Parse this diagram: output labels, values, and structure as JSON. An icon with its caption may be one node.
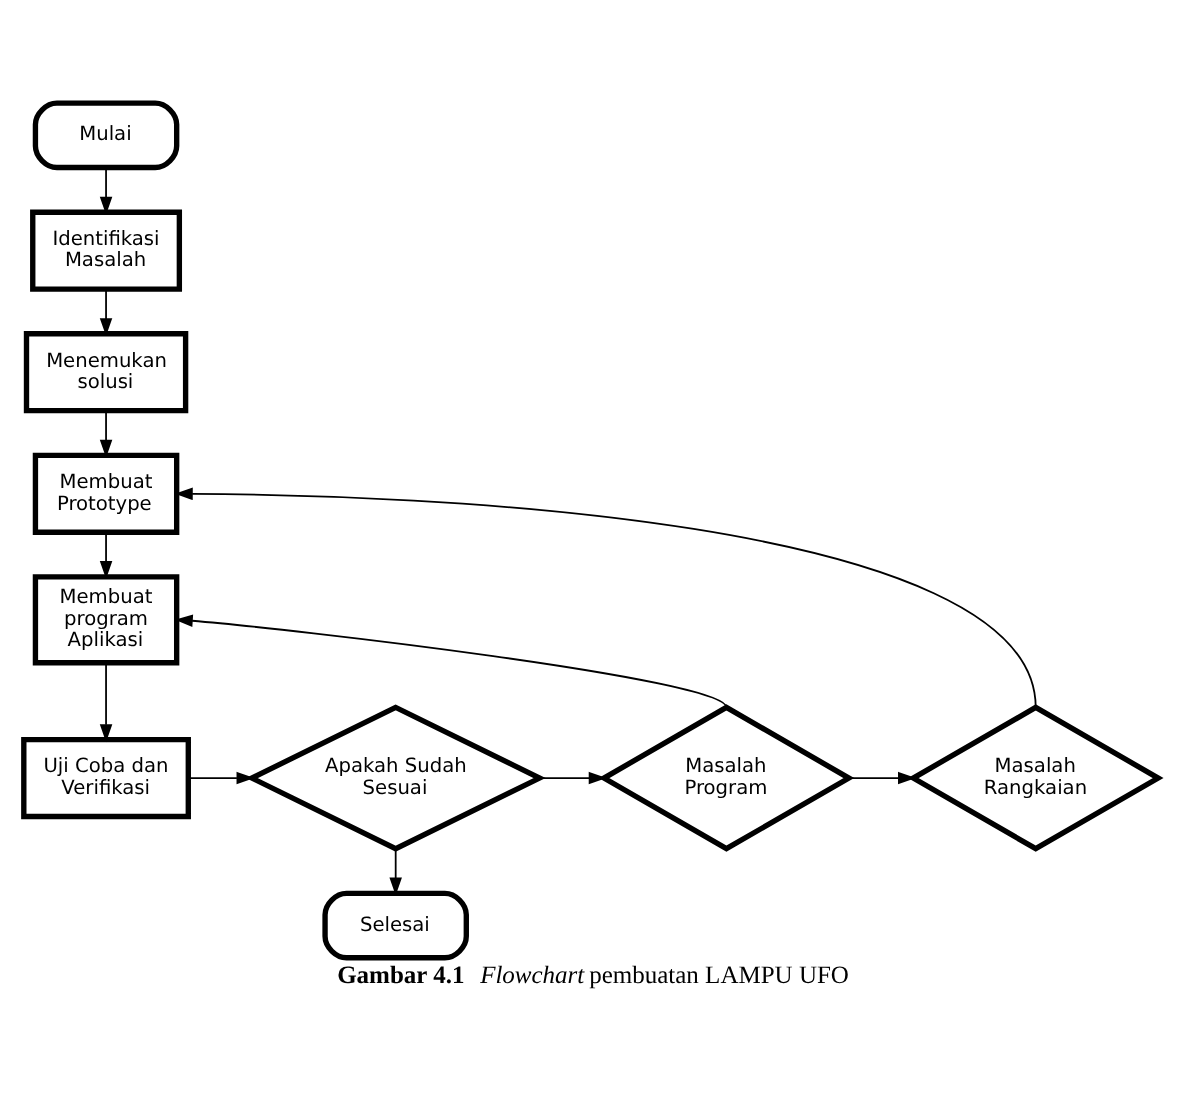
{
  "diagram": {
    "caption": "**Gambar 4.1** *Flowchart* pembuatan LAMPU UFO",
    "nodes": [
      {
        "text": [
          "Mulai"
        ]
      },
      {
        "text": [
          "Identifikasi Masalah"
        ]
      },
      {
        "text": [
          "Menemukan solusi"
        ]
      },
      {
        "text": [
          "Membuat Prototype"
        ]
      },
      {
        "text": [
          "Membuat program Aplikasi"
        ]
      },
      {
        "text": [
          "Uji Coba dan Verifikasi"
        ]
      },
      {
        "text": [
          "Apakah Sudah Sesuai"
        ]
      },
      {
        "text": [
          "Masalah Program"
        ]
      },
      {
        "text": [
          "Masalah Rangkaian"
        ]
      },
      {
        "text": [
          "Selesai"
        ]
      }
    ],
    "edges": [
      {
        "from": 0,
        "to": 1,
        "arrow": "to"
      },
      {
        "from": 1,
        "to": 2,
        "arrow": "to"
      },
      {
        "from": 2,
        "to": 3,
        "arrow": "to"
      },
      {
        "from": 3,
        "to": 4,
        "arrow": "to"
      },
      {
        "from": 4,
        "to": 5,
        "arrow": "to"
      },
      {
        "from": 5,
        "to": 6,
        "arrow": "to"
      },
      {
        "from": 6,
        "to": 7,
        "arrow": "to"
      },
      {
        "from": 7,
        "to": 8,
        "arrow": "to"
      },
      {
        "from": 6,
        "to": 9,
        "arrow": "to"
      },
      {
        "from": 7,
        "to": 4,
        "arrow": "to"
      },
      {
        "from": 8,
        "to": 3,
        "arrow": "to"
      }
    ]
  }
}
